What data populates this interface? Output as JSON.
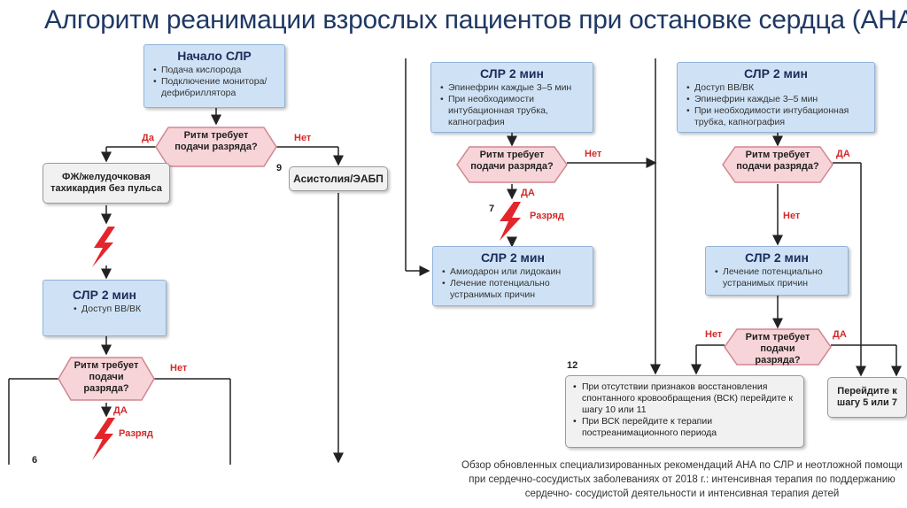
{
  "title": "Алгоритм реанимации взрослых пациентов при остановке сердца (АНА)",
  "start": {
    "title": "Начало СЛР",
    "items": [
      "Подача кислорода",
      "Подключение монитора/ дефибриллятора"
    ]
  },
  "d1": {
    "text": "Ритм требует подачи разряда?",
    "yes": "Да",
    "no": "Нет"
  },
  "vf": {
    "text": "ФЖ/желудочковая тахикардия без пульса"
  },
  "asys": {
    "num": "9",
    "text": "Асистолия/ЭАБП"
  },
  "cpr_left": {
    "title": "СЛР 2 мин",
    "items": [
      "Доступ ВВ/ВК"
    ]
  },
  "d2": {
    "text": "Ритм требует подачи разряда?",
    "yes": "ДА",
    "no": "Нет",
    "shock": "Разряд",
    "step": "6"
  },
  "mid_top": {
    "title": "СЛР 2 мин",
    "items": [
      "Эпинефрин каждые 3–5 мин",
      "При необходимости интубационная трубка, капнография"
    ]
  },
  "d3": {
    "text": "Ритм требует подачи разряда?",
    "yes": "ДА",
    "no": "Нет",
    "shock": "Разряд",
    "step": "7"
  },
  "mid_bottom": {
    "title": "СЛР 2 мин",
    "items": [
      "Амиодарон или лидокаин",
      "Лечение потенциально устранимых причин"
    ]
  },
  "right_top": {
    "title": "СЛР 2 мин",
    "items": [
      "Доступ ВВ/ВК",
      "Эпинефрин каждые 3–5 мин",
      "При необходимости интубационная трубка, капнография"
    ]
  },
  "d4": {
    "text": "Ритм требует подачи разряда?",
    "yes": "ДА",
    "no": "Нет"
  },
  "right_mid": {
    "title": "СЛР 2 мин",
    "items": [
      "Лечение потенциально устранимых причин"
    ]
  },
  "d5": {
    "text": "Ритм требует подачи разряда?",
    "yes": "ДА",
    "no": "Нет"
  },
  "step12": {
    "num": "12",
    "items": [
      "При отсутствии признаков восстановления спонтанного кровообращения (ВСК) перейдите к шагу 10 или 11",
      "При ВСК перейдите к терапии постреанимационного периода"
    ]
  },
  "goto": {
    "text": "Перейдите к шагу 5 или 7"
  },
  "note": "Обзор обновленных специализированных рекомендаций АНА по СЛР и неотложной помощи при сердечно-сосудистых заболеваниях от 2018 г.: интенсивная терапия по поддержанию сердечно- сосудистой деятельности и интенсивная терапия детей",
  "colors": {
    "title": "#1f3864",
    "box_fill": "#cfe2f5",
    "diamond_fill": "#f7d4d8",
    "shock": "#e3262b",
    "label_red": "#d42a2a"
  }
}
